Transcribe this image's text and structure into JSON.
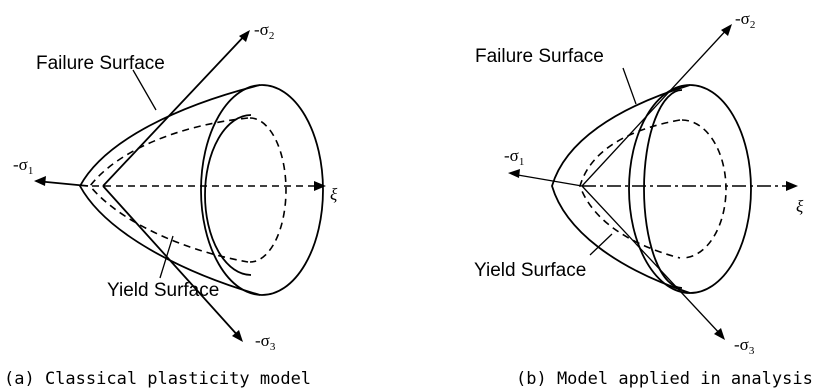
{
  "panel_a": {
    "failure_label": "Failure Surface",
    "yield_label": "Yield Surface",
    "axis_sigma1": "-σ",
    "axis_sigma1_sub": "1",
    "axis_sigma2": "-σ",
    "axis_sigma2_sub": "2",
    "axis_sigma3": "-σ",
    "axis_sigma3_sub": "3",
    "axis_xi": "ξ",
    "caption": "(a) Classical plasticity model"
  },
  "panel_b": {
    "failure_label": "Failure Surface",
    "yield_label": "Yield Surface",
    "axis_sigma1": "-σ",
    "axis_sigma1_sub": "1",
    "axis_sigma2": "-σ",
    "axis_sigma2_sub": "2",
    "axis_sigma3": "-σ",
    "axis_sigma3_sub": "3",
    "axis_xi": "ξ",
    "caption": "(b) Model applied in analysis"
  }
}
